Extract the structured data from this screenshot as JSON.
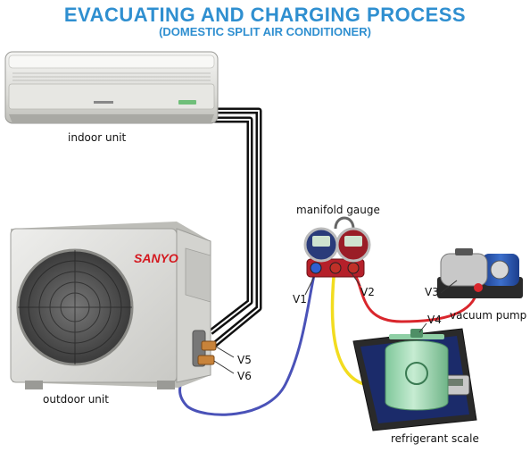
{
  "header": {
    "title": "EVACUATING AND CHARGING PROCESS",
    "subtitle": "(DOMESTIC SPLIT AIR CONDITIONER)"
  },
  "labels": {
    "indoor_unit": "indoor unit",
    "outdoor_unit": "outdoor unit",
    "manifold_gauge": "manifold gauge",
    "vacuum_pump": "vacuum pump",
    "refrigerant_scale": "refrigerant scale"
  },
  "valves": {
    "v1": "V1",
    "v2": "V2",
    "v3": "V3",
    "v4": "V4",
    "v5": "V5",
    "v6": "V6"
  },
  "brand": {
    "outdoor_logo": "SANYO"
  },
  "colors": {
    "title": "#2f8fd0",
    "blue_hose": "#4a52b8",
    "red_hose": "#d9262c",
    "yellow_hose": "#f2dc1f",
    "refrigerant_pipe": "#111111"
  }
}
